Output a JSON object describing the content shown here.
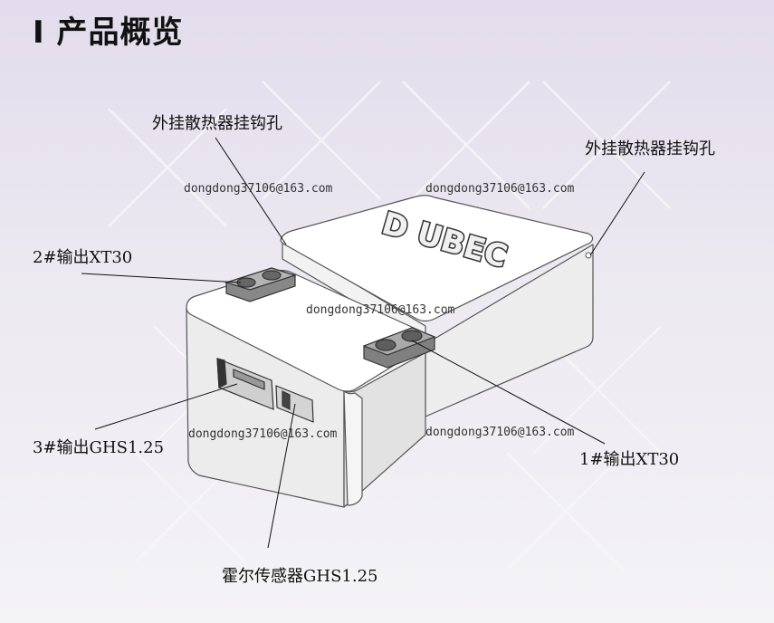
{
  "title": "I 产品概览",
  "labels": {
    "hook_hole_left": "外挂散热器挂钩孔",
    "hook_hole_right": "外挂散热器挂钩孔",
    "output2": "2#输出XT30",
    "output1": "1#输出XT30",
    "output3": "3#输出GHS1.25",
    "hall_sensor": "霍尔传感器GHS1.25"
  },
  "device_logo": "D UBEC",
  "watermark": "dongdong37106@163.com",
  "colors": {
    "background_top": "#e2dcec",
    "background_bottom": "#f4f3f6",
    "device_body": "#ffffff",
    "outline": "#555555"
  }
}
